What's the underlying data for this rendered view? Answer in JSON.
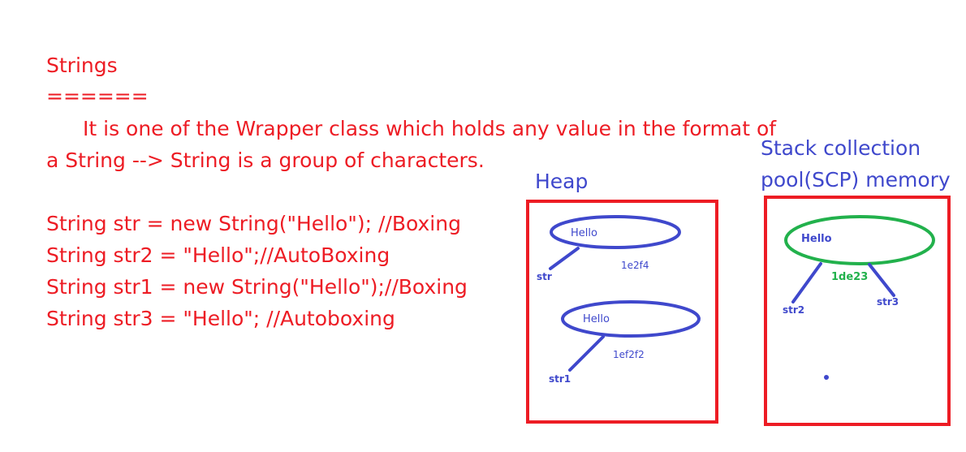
{
  "notes": {
    "heading": "Strings",
    "underline": "======",
    "description_line1": "It is one of the Wrapper class which holds any value in the format of",
    "description_line2": "a String --> String is a group of characters.",
    "code_lines": [
      "String str = new String(\"Hello\"); //Boxing",
      "String str2 = \"Hello\";//AutoBoxing",
      "String str1 = new String(\"Hello\");//Boxing",
      "String str3 = \"Hello\"; //Autoboxing"
    ]
  },
  "heap": {
    "title": "Heap",
    "objects": [
      {
        "value": "Hello",
        "address": "1e2f4",
        "reference": "str"
      },
      {
        "value": "Hello",
        "address": "1ef2f2",
        "reference": "str1"
      }
    ]
  },
  "scp": {
    "title_line1": "Stack collection",
    "title_line2": "pool(SCP) memory",
    "object": {
      "value": "Hello",
      "address": "1de23"
    },
    "references": [
      "str2",
      "str3"
    ]
  },
  "colors": {
    "notes_text": "#ed1c24",
    "box_border": "#ed1c24",
    "heap_ink": "#3f48cc",
    "scp_ellipse": "#22b14c",
    "scp_address": "#22b14c"
  }
}
